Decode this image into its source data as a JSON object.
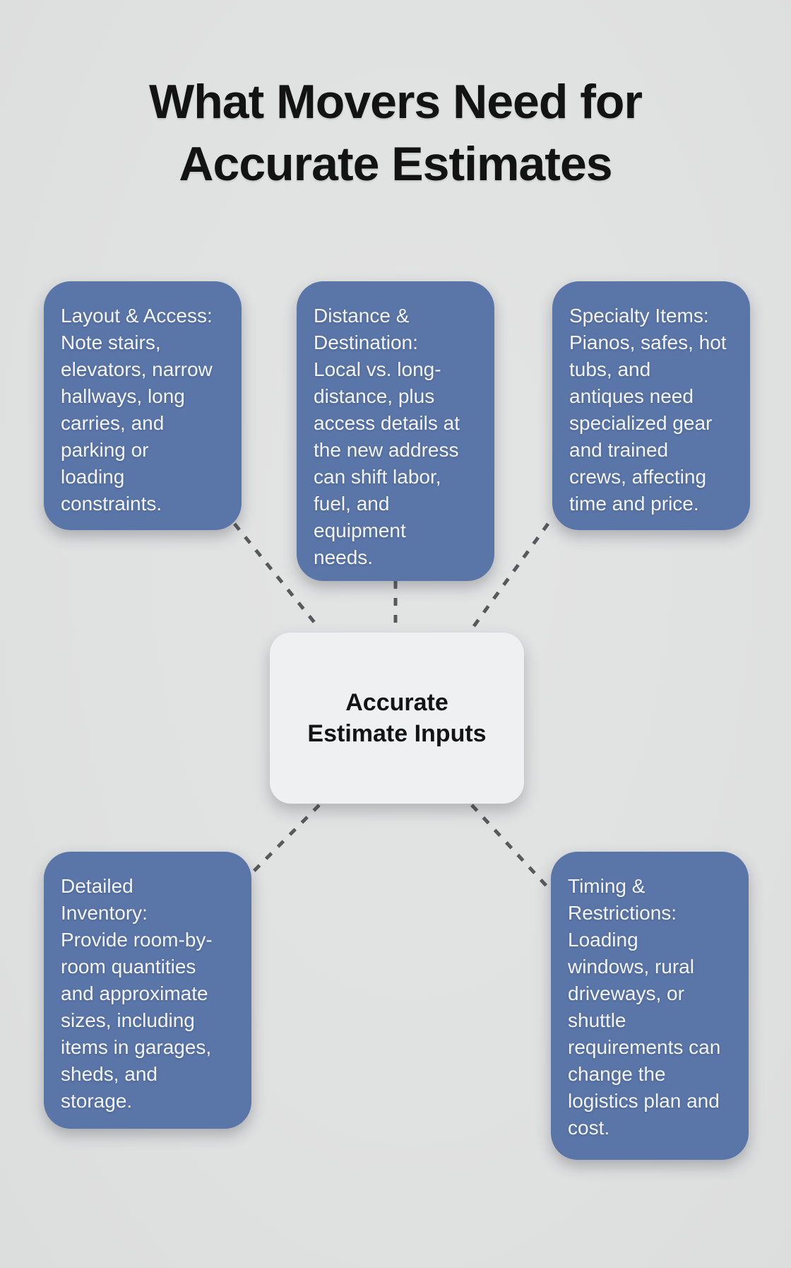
{
  "title": "What Movers Need for\nAccurate Estimates",
  "center_node": {
    "label": "Accurate\nEstimate Inputs"
  },
  "nodes": [
    {
      "id": "layout-access",
      "text": "Layout & Access:\nNote stairs,\nelevators, narrow\nhallways, long\ncarries, and\nparking or\nloading\nconstraints."
    },
    {
      "id": "distance-destination",
      "text": "Distance &\nDestination:\nLocal vs. long-\ndistance, plus\naccess details at\nthe new address\ncan shift labor,\nfuel, and\nequipment\nneeds."
    },
    {
      "id": "specialty-items",
      "text": "Specialty Items:\nPianos, safes, hot\ntubs, and\nantiques need\nspecialized gear\nand trained\ncrews, affecting\ntime and price."
    },
    {
      "id": "detailed-inventory",
      "text": "Detailed\nInventory:\nProvide room-by-\nroom quantities\nand approximate\nsizes, including\nitems in garages,\nsheds, and\nstorage."
    },
    {
      "id": "timing-restrictions",
      "text": "Timing &\nRestrictions:\nLoading\nwindows, rural\ndriveways, or\nshuttle\nrequirements can\nchange the\nlogistics plan and\ncost."
    }
  ],
  "colors": {
    "background": "#e0e1e1",
    "node_fill": "#5a75a8",
    "node_text": "#f2f4f9",
    "center_fill": "#eff0f2",
    "center_text": "#141414",
    "title_text": "#131313",
    "connector": "#58595a"
  }
}
